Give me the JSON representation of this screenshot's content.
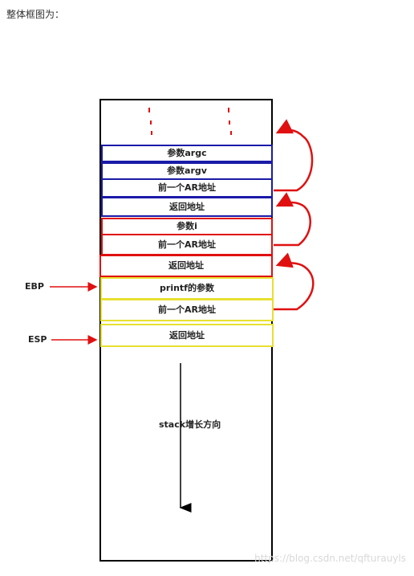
{
  "intro_text": "整体框图为：",
  "cells": [
    {
      "label": "参数argc",
      "color": "#1a1aa8"
    },
    {
      "label": "参数argv",
      "color": "#1a1aa8"
    },
    {
      "label": "前一个AR地址",
      "color": "#1a1aa8"
    },
    {
      "label": "返回地址",
      "color": "#1a1aa8"
    },
    {
      "label": "参数i",
      "color": "#e01010"
    },
    {
      "label": "前一个AR地址",
      "color": "#e01010"
    },
    {
      "label": "返回地址",
      "color": "#e01010"
    },
    {
      "label": "printf的参数",
      "color": "#e8e030"
    },
    {
      "label": "前一个AR地址",
      "color": "#e8e030"
    },
    {
      "label": "返回地址",
      "color": "#e8e030"
    }
  ],
  "pointers": {
    "ebp": "EBP",
    "esp": "ESP"
  },
  "growth_label": "stack增长方向",
  "watermark": "https://blog.csdn.net/qfturauyls",
  "colors": {
    "arrow": "#e01010",
    "frame": "#000000"
  }
}
